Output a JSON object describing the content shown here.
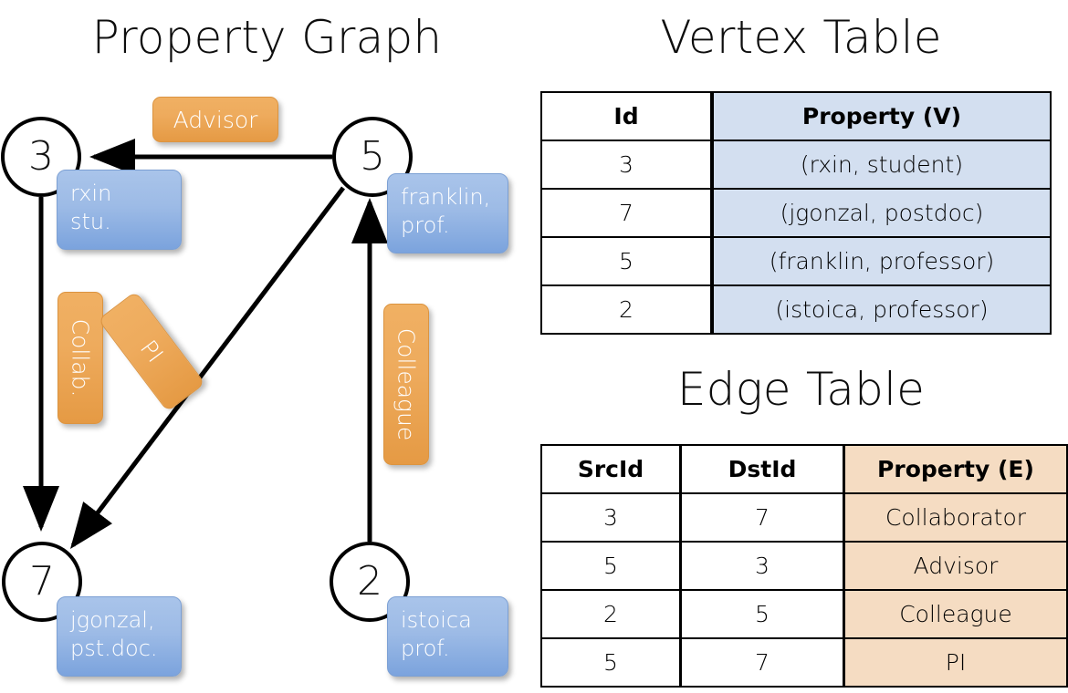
{
  "titles": {
    "property_graph": "Property Graph",
    "vertex_table": "Vertex Table",
    "edge_table": "Edge Table"
  },
  "graph": {
    "nodes": [
      {
        "id": "3",
        "property_line1": "rxin",
        "property_line2": "stu."
      },
      {
        "id": "5",
        "property_line1": "franklin,",
        "property_line2": "prof."
      },
      {
        "id": "7",
        "property_line1": "jgonzal,",
        "property_line2": "pst.doc."
      },
      {
        "id": "2",
        "property_line1": "istoica",
        "property_line2": "prof."
      }
    ],
    "edge_labels": [
      {
        "name": "advisor",
        "text": "Advisor"
      },
      {
        "name": "collab",
        "text": "Collab."
      },
      {
        "name": "pi",
        "text": "PI"
      },
      {
        "name": "colleague",
        "text": "Colleague"
      }
    ]
  },
  "vertex_table": {
    "headers": [
      "Id",
      "Property (V)"
    ],
    "rows": [
      {
        "id": "3",
        "property": "(rxin, student)"
      },
      {
        "id": "7",
        "property": "(jgonzal, postdoc)"
      },
      {
        "id": "5",
        "property": "(franklin, professor)"
      },
      {
        "id": "2",
        "property": "(istoica, professor)"
      }
    ]
  },
  "edge_table": {
    "headers": [
      "SrcId",
      "DstId",
      "Property (E)"
    ],
    "rows": [
      {
        "src": "3",
        "dst": "7",
        "property": "Collaborator"
      },
      {
        "src": "5",
        "dst": "3",
        "property": "Advisor"
      },
      {
        "src": "2",
        "dst": "5",
        "property": "Colleague"
      },
      {
        "src": "5",
        "dst": "7",
        "property": "PI"
      }
    ]
  },
  "colors": {
    "vertex_property_fill": "#d3dff0",
    "edge_property_fill": "#f5dcc2",
    "node_badge_blue": "#9dbbe6",
    "edge_badge_orange": "#eeab5d",
    "stroke": "#000000"
  }
}
